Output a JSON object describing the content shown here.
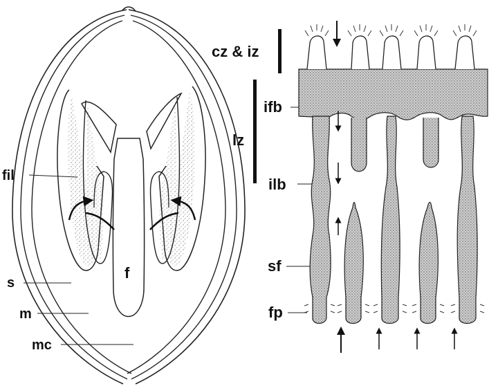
{
  "figure": {
    "left_panel": {
      "labels": {
        "fil": "fil",
        "s": "s",
        "m": "m",
        "mc": "mc",
        "f": "f"
      }
    },
    "right_panel": {
      "labels": {
        "cz_iz": "cz & iz",
        "lz": "lz",
        "ifb": "ifb",
        "ilb": "ilb",
        "sf": "sf",
        "fp": "fp"
      }
    },
    "colors": {
      "ink": "#111111",
      "stipple": "#9a9a9a",
      "background": "#ffffff"
    }
  }
}
